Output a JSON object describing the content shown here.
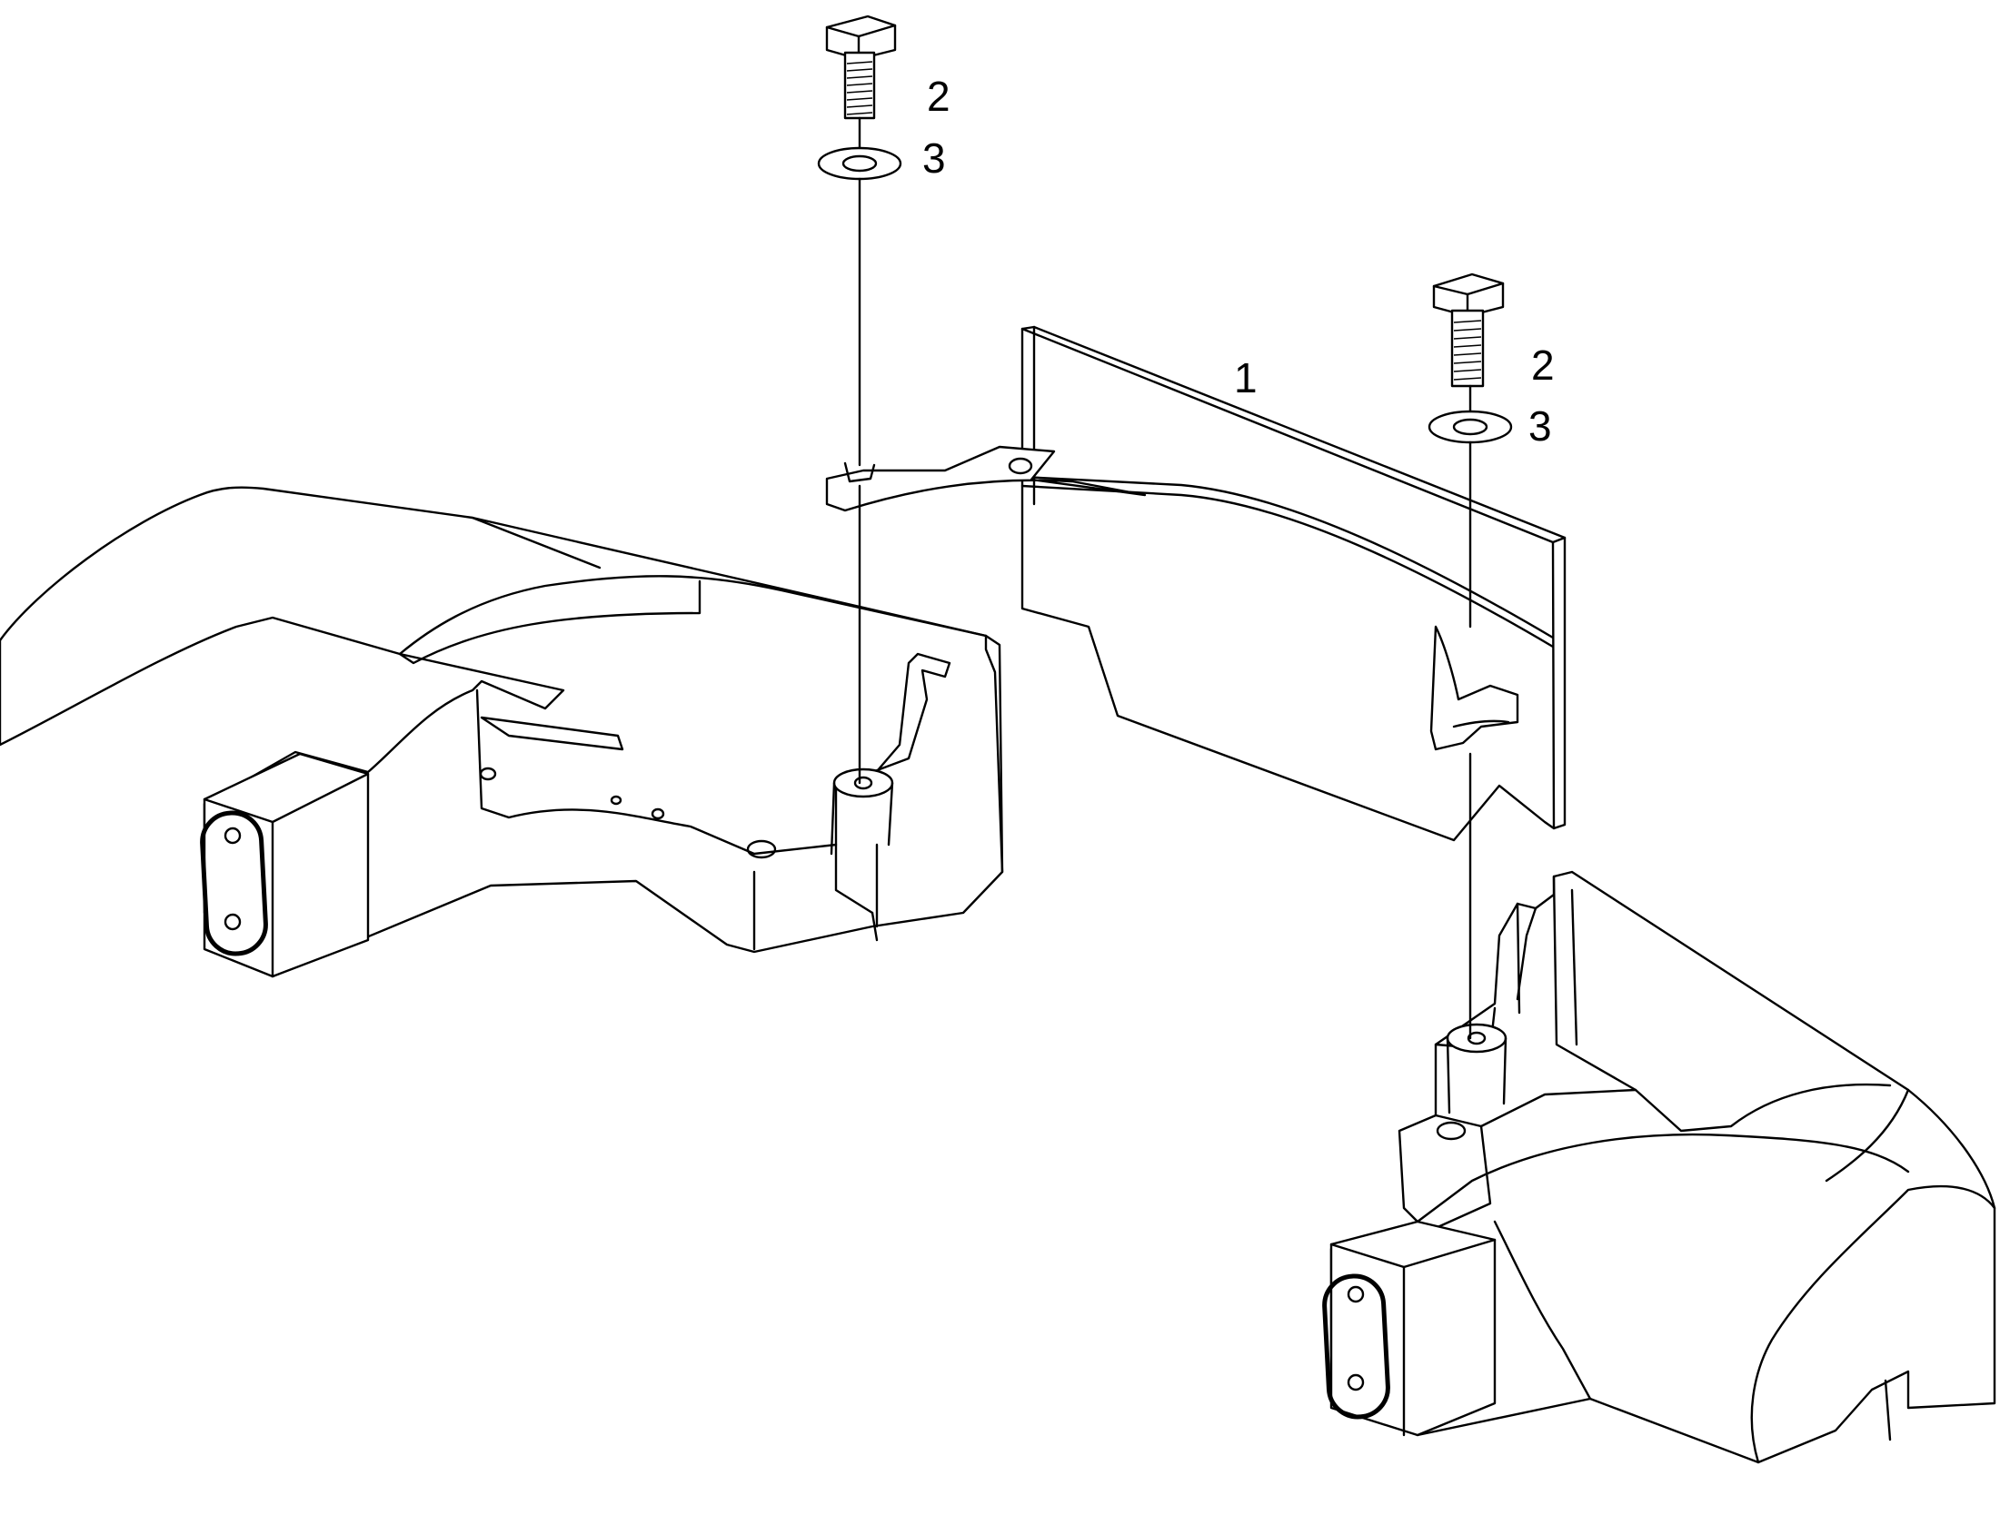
{
  "diagram": {
    "callouts": {
      "plate": "1",
      "bolt_left": "2",
      "washer_left": "3",
      "bolt_right": "2",
      "washer_right": "3"
    },
    "colors": {
      "ink": "#000000",
      "paper": "#ffffff"
    }
  }
}
